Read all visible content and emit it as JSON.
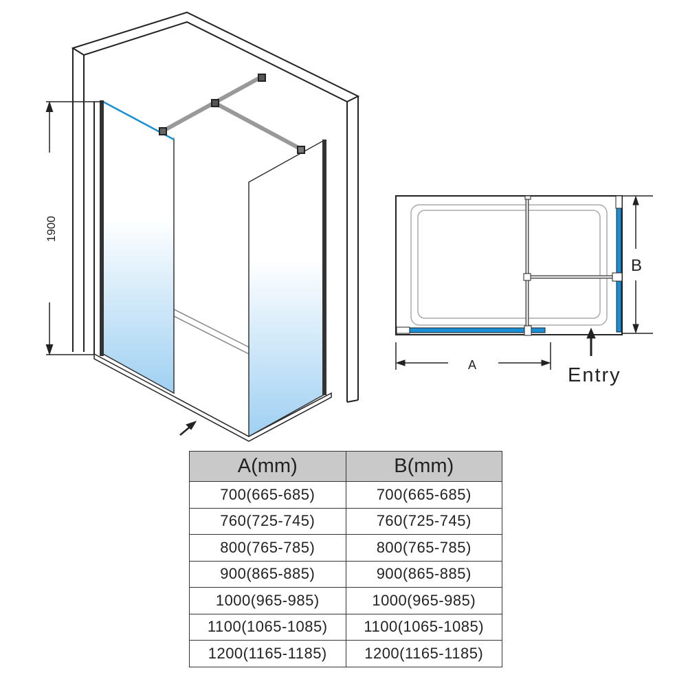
{
  "drawing": {
    "height_label": "1900",
    "plan_labels": {
      "a": "A",
      "b": "B",
      "entry": "Entry"
    }
  },
  "table": {
    "headers": [
      "A(mm)",
      "B(mm)"
    ],
    "rows": [
      [
        "700(665-685)",
        "700(665-685)"
      ],
      [
        "760(725-745)",
        "760(725-745)"
      ],
      [
        "800(765-785)",
        "800(765-785)"
      ],
      [
        "900(865-885)",
        "900(865-885)"
      ],
      [
        "1000(965-985)",
        "1000(965-985)"
      ],
      [
        "1100(1065-1085)",
        "1100(1065-1085)"
      ],
      [
        "1200(1165-1185)",
        "1200(1165-1185)"
      ]
    ]
  },
  "colors": {
    "glass_edge": "#1a8fd6",
    "glass_tint": "#9fd0f2",
    "header_bg": "#c9c9c9"
  }
}
